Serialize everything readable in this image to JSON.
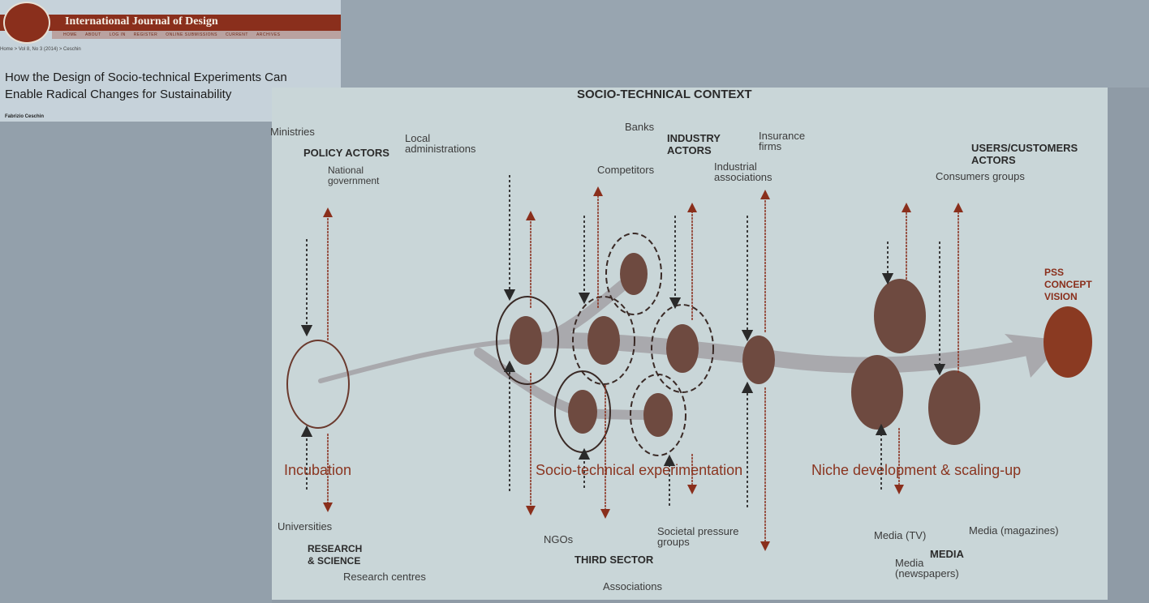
{
  "journal": {
    "name": "International Journal of Design",
    "nav": [
      "HOME",
      "ABOUT",
      "LOG IN",
      "REGISTER",
      "ONLINE SUBMISSIONS",
      "CURRENT",
      "ARCHIVES"
    ],
    "breadcrumb": "Home > Vol 8, No 3 (2014) > Ceschin",
    "title_line1": "How the Design of Socio-technical Experiments Can",
    "title_line2": "Enable Radical Changes for Sustainability",
    "author": "Fabrizio Ceschin"
  },
  "diagram": {
    "heading": "SOCIO-TECHNICAL CONTEXT",
    "policy": {
      "title": "POLICY ACTORS",
      "ministries": "Ministries",
      "local_1": "Local",
      "local_2": "administrations",
      "national_1": "National",
      "national_2": "government"
    },
    "industry": {
      "title_1": "INDUSTRY",
      "title_2": "ACTORS",
      "banks": "Banks",
      "competitors": "Competitors",
      "insurance_1": "Insurance",
      "insurance_2": "firms",
      "industrial_1": "Industrial",
      "industrial_2": "associations"
    },
    "users": {
      "title_1": "USERS/CUSTOMERS",
      "title_2": "ACTORS",
      "consumers": "Consumers groups"
    },
    "research": {
      "title_1": "RESEARCH",
      "title_2": "& SCIENCE",
      "universities": "Universities",
      "centres": "Research centres"
    },
    "third_sector": {
      "title": "THIRD SECTOR",
      "ngos": "NGOs",
      "societal_1": "Societal pressure",
      "societal_2": "groups",
      "associations": "Associations"
    },
    "media": {
      "title": "MEDIA",
      "tv": "Media (TV)",
      "magazines": "Media (magazines)",
      "newspapers_1": "Media",
      "newspapers_2": "(newspapers)"
    },
    "stages": {
      "incubation": "Incubation",
      "experimentation": "Socio-technical experimentation",
      "niche": "Niche development & scaling-up"
    },
    "pss": {
      "line1": "PSS",
      "line2": "CONCEPT",
      "line3": "VISION"
    }
  },
  "colors": {
    "accent": "#8a2f1c",
    "node_fill": "#6e4a40",
    "slide_bg": "#c9d6d8",
    "flow": "#a9a9ad"
  }
}
